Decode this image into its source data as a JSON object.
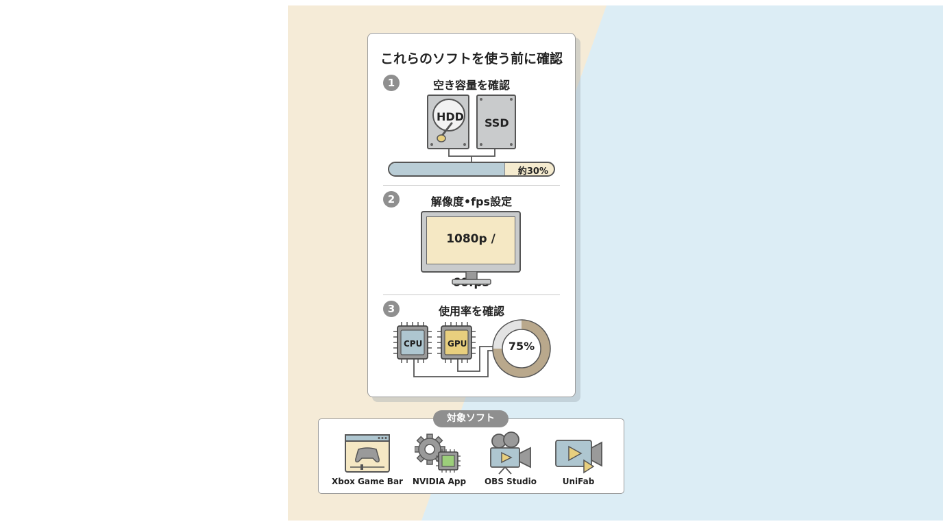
{
  "card": {
    "title": "これらのソフトを使う前に確認"
  },
  "steps": [
    {
      "number": "1",
      "label": "空き容量を確認"
    },
    {
      "number": "2",
      "label": "解像度•fps設定"
    },
    {
      "number": "3",
      "label": "使用率を確認"
    }
  ],
  "storage": {
    "drives": [
      "HDD",
      "SSD"
    ],
    "free_label": "約30%",
    "free_fraction": 0.3
  },
  "display": {
    "setting": "1080p / 60fps"
  },
  "usage": {
    "chips": [
      "CPU",
      "GPU"
    ],
    "percent_label": "75%",
    "percent_value": 75
  },
  "software": {
    "tag": "対象ソフト",
    "items": [
      {
        "name": "Xbox Game Bar",
        "icon": "game-controller-window-icon"
      },
      {
        "name": "NVIDIA App",
        "icon": "gear-chip-icon"
      },
      {
        "name": "OBS Studio",
        "icon": "movie-camera-icon"
      },
      {
        "name": "UniFab",
        "icon": "video-camera-play-icon"
      }
    ]
  },
  "colors": {
    "beige": "#f5ebd7",
    "light_blue": "#dcedf5",
    "gray_badge": "#8f8f8f",
    "screen_yellow": "#f5e8c4",
    "chip_blue": "#aec6d0",
    "chip_yellow": "#e8cf7e",
    "donut_brown": "#b9a88c"
  }
}
